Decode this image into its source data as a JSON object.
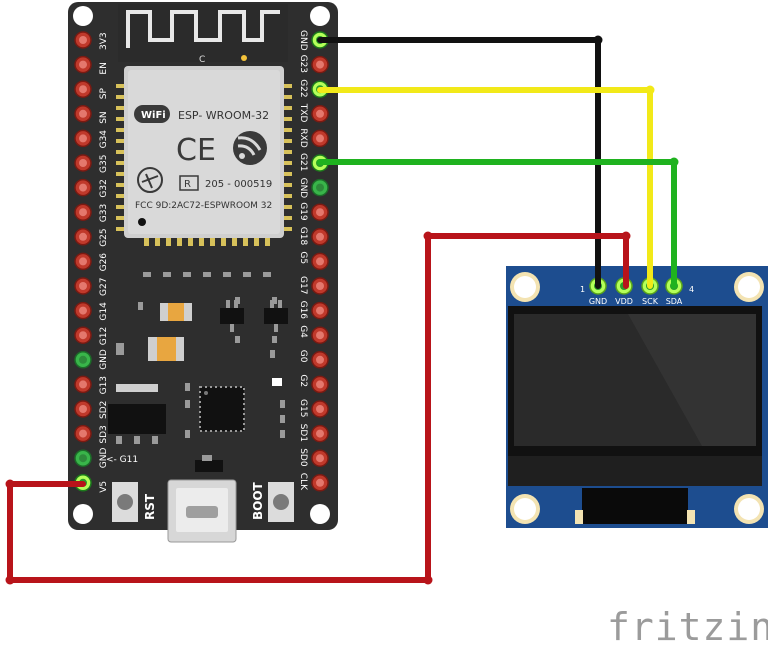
{
  "esp32": {
    "module_name": "ESP- WROOM-32",
    "wifi_text": "WiFi",
    "ce_mark": "CE",
    "approval_mark": "R",
    "approval_number": "205 - 000519",
    "fcc_id": "FCC 9D:2AC72-ESPWROOM 32",
    "antenna_mark": "C",
    "left_pins": [
      "3V3",
      "EN",
      "SP",
      "SN",
      "G34",
      "G35",
      "G32",
      "G33",
      "G25",
      "G26",
      "G27",
      "G14",
      "G12",
      "GND",
      "G13",
      "SD2",
      "SD3",
      "GND",
      "V5"
    ],
    "right_pins": [
      "GND",
      "G23",
      "G22",
      "TXD",
      "RXD",
      "G21",
      "GND",
      "G19",
      "G18",
      "G5",
      "G17",
      "G16",
      "G4",
      "G0",
      "G2",
      "G15",
      "SD1",
      "SD0",
      "CLK"
    ],
    "g11_label": "<- G11",
    "rst_label": "RST",
    "boot_label": "BOOT"
  },
  "oled": {
    "pins": [
      "GND",
      "VDD",
      "SCK",
      "SDA"
    ],
    "pin_index_start": "1",
    "pin_index_end": "4"
  },
  "colors": {
    "wire_gnd": "#111111",
    "wire_vdd": "#b8141a",
    "wire_sck": "#f2e918",
    "wire_sda": "#1fb21f",
    "board": "#2e2e2e",
    "oled_pcb": "#1d4d8f"
  },
  "branding": {
    "logo": "fritzing"
  }
}
